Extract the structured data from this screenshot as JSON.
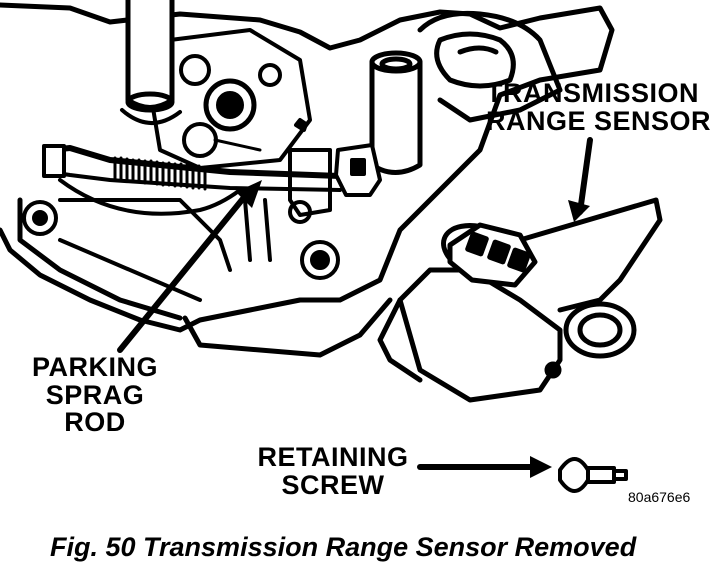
{
  "figure": {
    "caption": "Fig. 50 Transmission Range Sensor Removed",
    "code": "80a676e6"
  },
  "callouts": {
    "transmission_range_sensor": [
      "TRANSMISSION",
      "RANGE SENSOR"
    ],
    "parking_sprag_rod": [
      "PARKING",
      "SPRAG",
      "ROD"
    ],
    "retaining_screw": [
      "RETAINING",
      "SCREW"
    ]
  }
}
